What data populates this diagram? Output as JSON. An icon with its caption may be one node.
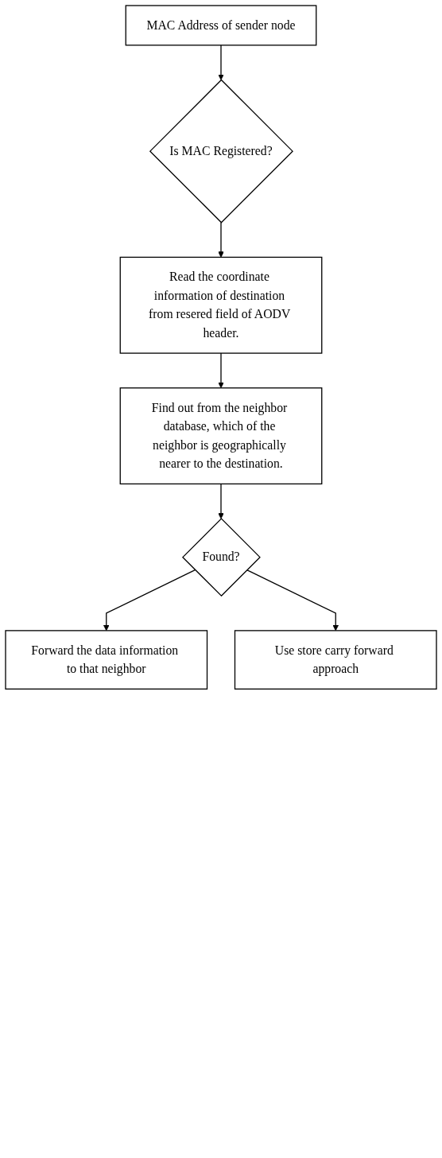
{
  "diagram": {
    "nodes": [
      {
        "text": [
          "MAC Address of sender node"
        ]
      },
      {
        "text": [
          "Is MAC Registered?"
        ]
      },
      {
        "text": [
          "Read the coordinate information of destination from resered field of AODV header."
        ]
      },
      {
        "text": [
          "Find out from the neighbor database, which of the neighbor is geographically nearer to the destination."
        ]
      },
      {
        "text": [
          "Found?"
        ]
      },
      {
        "text": [
          "Forward the data information to that neighbor"
        ]
      },
      {
        "text": [
          "Use store carry forward approach"
        ]
      }
    ],
    "edges": [
      {
        "from": 0,
        "to": 1,
        "arrow": "to"
      },
      {
        "from": 1,
        "to": 2,
        "arrow": "to"
      },
      {
        "from": 2,
        "to": 3,
        "arrow": "to"
      },
      {
        "from": 3,
        "to": 4,
        "arrow": "to"
      },
      {
        "from": 4,
        "to": 5,
        "arrow": "to"
      },
      {
        "from": 4,
        "to": 6,
        "arrow": "to"
      }
    ]
  }
}
